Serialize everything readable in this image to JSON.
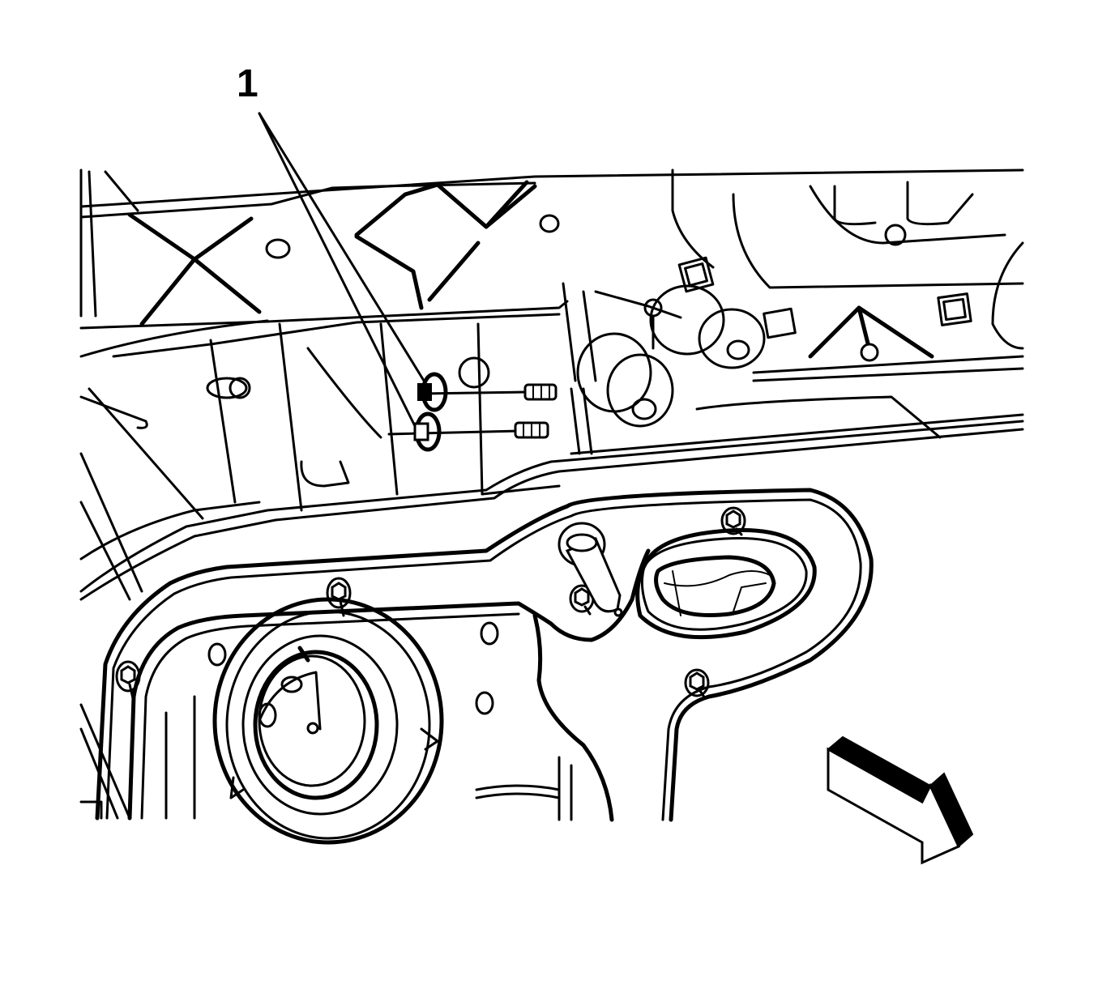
{
  "figure": {
    "type": "service-manual-line-illustration",
    "subject": "HVAC module / instrument panel carrier underside with fasteners",
    "colors": {
      "line": "#000000",
      "background": "#ffffff"
    }
  },
  "callouts": [
    {
      "id": "1",
      "label": "1",
      "points_to": "two nuts with washers on studs (center-left)"
    }
  ],
  "view_arrow": {
    "icon": "view-direction-arrow",
    "direction": "down-right"
  }
}
